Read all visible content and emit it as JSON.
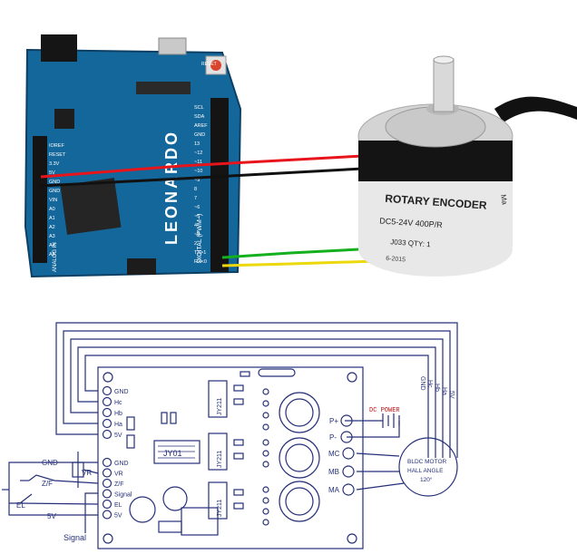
{
  "top_photo": {
    "board": {
      "brand": "LEONARDO",
      "digital_label": "DIGITAL (PWM~)",
      "analog_label": "ANALOG IN",
      "reset_label": "RESET",
      "pins_right": [
        "SCL",
        "SDA",
        "AREF",
        "GND",
        "13",
        "~12",
        "~11",
        "~10",
        "~9",
        "8",
        "7",
        "~6",
        "~5",
        "4",
        "~3",
        "2",
        "TX>1",
        "RX<0"
      ],
      "pins_left": [
        "IOREF",
        "RESET",
        "3.3V",
        "5V",
        "GND",
        "GND",
        "VIN",
        "A0",
        "A1",
        "A2",
        "A3",
        "A4",
        "A5"
      ]
    },
    "encoder": {
      "line1": "ROTARY  ENCODER",
      "line2": "DC5-24V  400P/R  ",
      "line3": "J033   QTY: 1",
      "line4": "6-2015",
      "side": "Ma"
    },
    "wires": [
      {
        "color": "#e8141b"
      },
      {
        "color": "#111111"
      },
      {
        "color": "#14b01e"
      },
      {
        "color": "#ecd80c"
      }
    ]
  },
  "schematic": {
    "hall_inputs": [
      "GND",
      "Hc",
      "Hb",
      "Ha",
      "5V"
    ],
    "control_inputs": [
      "GND",
      "VR",
      "Z/F",
      "Signal",
      "EL",
      "5V"
    ],
    "chip_label": "JY01",
    "driver_chips": [
      "JY211",
      "JY211",
      "JY211"
    ],
    "dc_power_label": "DC POWER",
    "power_pins": [
      "P+",
      "P-"
    ],
    "motor_pins": [
      "MC",
      "MB",
      "MA"
    ],
    "motor_lines": [
      "BLDC MOTOR",
      "HALL ANGLE",
      "120°"
    ],
    "harness_labels": [
      "GND",
      "Hc",
      "Hb",
      "Ha",
      "5V"
    ],
    "ext_labels": {
      "gnd": "GND",
      "zf": "Z/F",
      "vr": "VR",
      "el": "EL",
      "five_v": "5V",
      "signal": "Signal"
    }
  }
}
